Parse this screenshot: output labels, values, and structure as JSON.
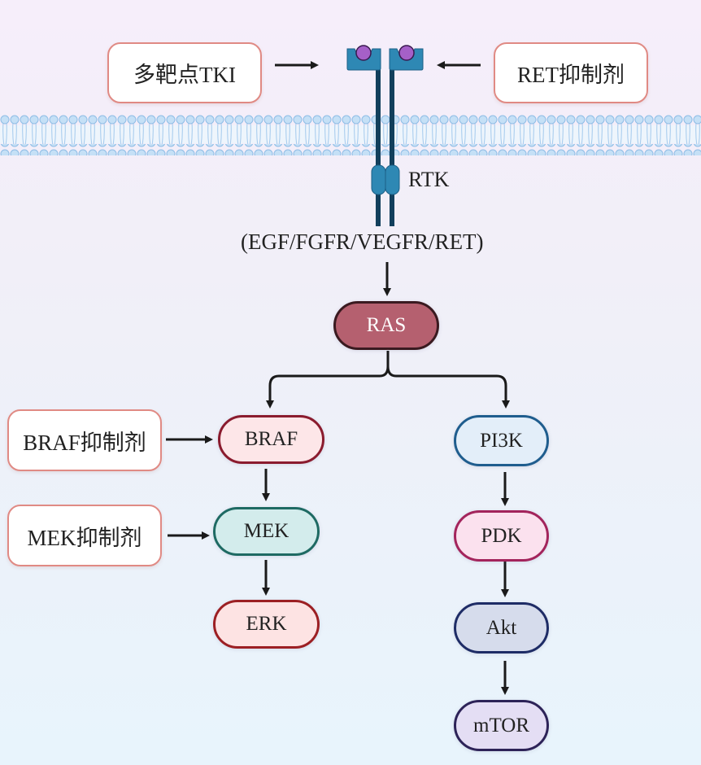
{
  "diagram": {
    "title": "RTK signaling pathway and inhibitor targets",
    "inhibitors": {
      "multi_tki": "多靶点TKI",
      "ret": "RET抑制剂",
      "braf": "BRAF抑制剂",
      "mek": "MEK抑制剂"
    },
    "receptor": {
      "label": "RTK",
      "subtypes": "(EGF/FGFR/VEGFR/RET)"
    },
    "nodes": {
      "ras": "RAS",
      "braf": "BRAF",
      "mek": "MEK",
      "erk": "ERK",
      "pi3k": "PI3K",
      "pdk": "PDK",
      "akt": "Akt",
      "mtor": "mTOR"
    },
    "colors": {
      "ras_fill": "#b5606f",
      "ras_border": "#3a1a20",
      "braf_fill": "#fde6e8",
      "braf_border": "#8a1b2e",
      "mek_fill": "#d3ecec",
      "mek_border": "#1e6a63",
      "erk_fill": "#fde3e3",
      "erk_border": "#9c1f23",
      "pi3k_fill": "#e3eef9",
      "pi3k_border": "#1f5d8e",
      "pdk_fill": "#fbe1ee",
      "pdk_border": "#a3245c",
      "akt_fill": "#d6dcec",
      "akt_border": "#1e2c66",
      "mtor_fill": "#e4def4",
      "mtor_border": "#2d2358",
      "receptor": "#2e88b4",
      "receptor_stem": "#123f5c",
      "ligand": "#a560c8",
      "membrane": "#9ec8ec",
      "inhibitor_border": "#e08a84"
    }
  }
}
